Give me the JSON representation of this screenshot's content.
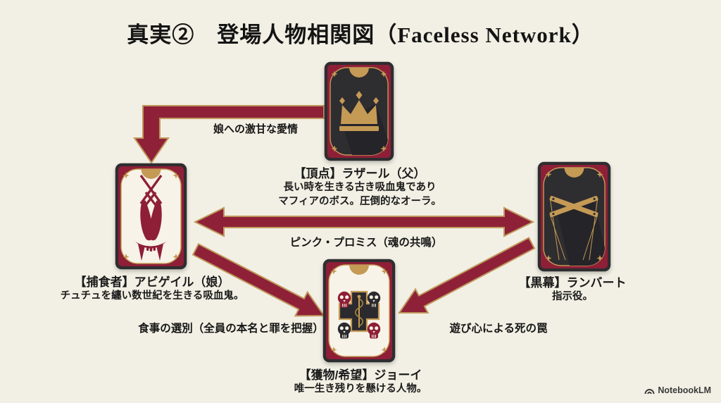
{
  "title": "真実②　登場人物相関図（Faceless Network）",
  "cards": {
    "lazar": {
      "name": "【頂点】ラザール（父）",
      "desc": [
        "長い時を生きる古き吸血鬼であり",
        "マフィアのボス。圧倒的なオーラ。"
      ],
      "icon": "crown"
    },
    "abigail": {
      "name": "【捕食者】アビゲイル（娘）",
      "desc": [
        "チュチュを纏い数世紀を生きる吸血鬼。"
      ],
      "icon": "ballet-shoes-and-fangs"
    },
    "lambert": {
      "name": "【黒幕】ランバート",
      "desc": [
        "指示役。"
      ],
      "icon": "marionette-cross"
    },
    "joey": {
      "name": "【獲物/希望】ジョーイ",
      "desc": [
        "唯一生き残りを懸ける人物。"
      ],
      "icon": "medical-cross-and-skulls"
    }
  },
  "relations": {
    "lazar_to_abigail": "娘への激甘な愛情",
    "abigail_lambert": "ピンク・プロミス（魂の共鳴）",
    "abigail_to_joey": "食事の選別（全員の本名と罪を把握）",
    "lambert_to_joey": "遊び心による死の罠"
  },
  "footer": {
    "brand": "NotebookLM"
  },
  "colors": {
    "background": "#f2f0e4",
    "crimson": "#8e2138",
    "gold": "#c49a55",
    "charcoal": "#2e2d30",
    "card_face": "#f7f3e8",
    "text": "#1b1b1b"
  }
}
